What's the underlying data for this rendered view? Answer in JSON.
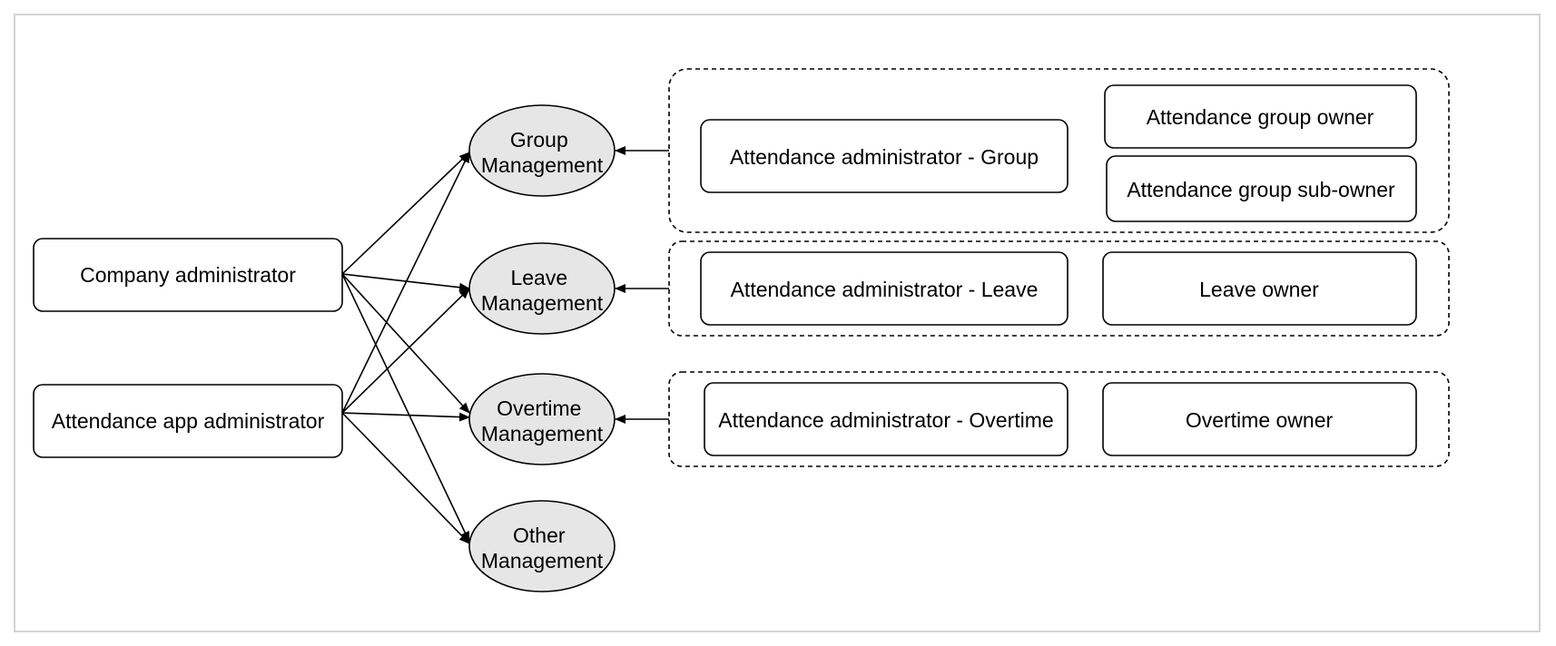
{
  "colors": {
    "background": "#ffffff",
    "frame_border": "#d4d4d4",
    "node_stroke": "#000000",
    "ellipse_fill": "#e6e6e6"
  },
  "roles": {
    "company_admin": "Company administrator",
    "attendance_app_admin": "Attendance app administrator"
  },
  "modules": {
    "group": {
      "line1": "Group",
      "line2": "Management"
    },
    "leave": {
      "line1": "Leave",
      "line2": "Management"
    },
    "overtime": {
      "line1": "Overtime",
      "line2": "Management"
    },
    "other": {
      "line1": "Other",
      "line2": "Management"
    }
  },
  "groups": {
    "group_admin": "Attendance administrator - Group",
    "group_owner": "Attendance group owner",
    "group_sub_owner": "Attendance group sub-owner",
    "leave_admin": "Attendance administrator - Leave",
    "leave_owner": "Leave owner",
    "overtime_admin": "Attendance administrator - Overtime",
    "overtime_owner": "Overtime owner"
  }
}
